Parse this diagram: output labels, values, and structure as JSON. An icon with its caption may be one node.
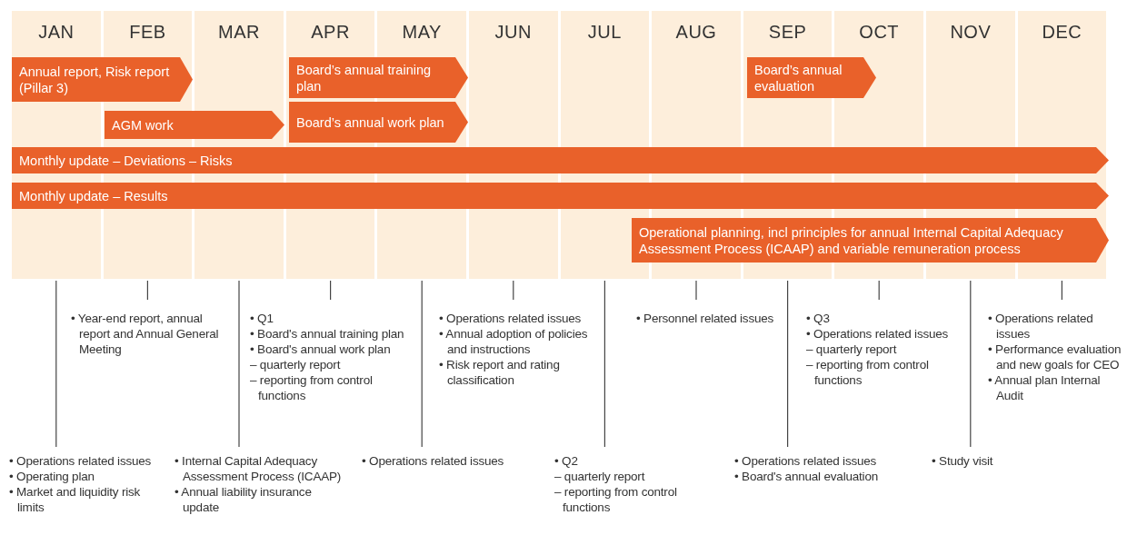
{
  "diagram": {
    "nodes": [
      {
        "text": [
          "Annual report, Risk report (Pillar 3)"
        ]
      },
      {
        "text": [
          "Board’s annual training plan"
        ]
      },
      {
        "text": [
          "Board’s annual evaluation"
        ]
      },
      {
        "text": [
          "AGM work"
        ]
      },
      {
        "text": [
          "Board’s annual work plan"
        ]
      },
      {
        "text": [
          "Monthly update – Deviations – Risks"
        ]
      },
      {
        "text": [
          "Monthly update – Results"
        ]
      },
      {
        "text": [
          "Operational planning, incl principles for annual Internal Capital Adequacy Assessment Process (ICAAP) and variable remuneration process"
        ]
      }
    ],
    "labels": [
      "JAN",
      "FEB",
      "MAR",
      "APR",
      "MAY",
      "JUN",
      "JUL",
      "AUG",
      "SEP",
      "OCT",
      "NOV",
      "DEC",
      "• Year-end report, annual report and Annual General Meeting",
      "• Q1",
      "• Board's annual training plan",
      "• Board's annual work plan",
      "– quarterly report",
      "– reporting from control functions",
      "• Operations related issues",
      "• Annual adoption of policies and instructions",
      "• Risk report and rating classification",
      "• Personnel related issues",
      "• Q3",
      "• Operations related issues",
      "– quarterly report",
      "– reporting from control functions",
      "• Operations related issues",
      "• Performance evaluation and new goals for CEO",
      "• Annual plan Internal Audit",
      "• Operations related issues",
      "• Operating plan",
      "• Market and liquidity risk limits",
      "• Internal Capital Adequacy Assessment Process (ICAAP)",
      "• Annual liability insurance update",
      "• Operations related issues",
      "• Q2",
      "– quarterly report",
      "– reporting from control functions",
      "• Operations related issues",
      "• Board's annual evaluation",
      "• Study visit"
    ]
  }
}
